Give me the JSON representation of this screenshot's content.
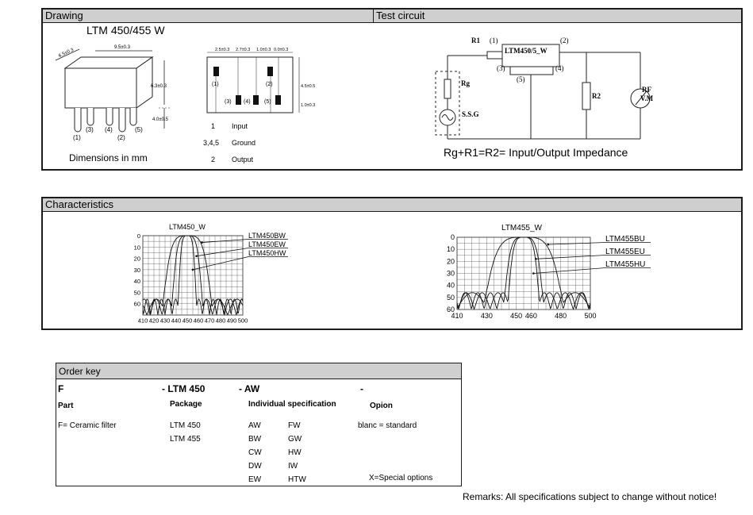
{
  "drawing": {
    "header": "Drawing",
    "model_label": "LTM 450/455 W",
    "dim_depth": "6.5±0.3",
    "dim_width": "9.5±0.3",
    "dim_height": "6.3±0.3",
    "dim_pin": "4.0±0.5",
    "pin_labels_3d": [
      "(1)",
      "(3)",
      "(4)",
      "(2)",
      "(5)"
    ],
    "dim_footprint": [
      "2.5±0.3",
      "2.7±0.3",
      "1.0±0.3",
      "0.0±0.3"
    ],
    "dim_fp_side": [
      "4.5±0.5",
      "1.0±0.3"
    ],
    "fp_pin_labels": [
      "(1)",
      "(2)",
      "(3)",
      "(4)",
      "(5)"
    ],
    "pin_table": [
      {
        "pin": "1",
        "desc": "Input"
      },
      {
        "pin": "3,4,5",
        "desc": "Ground"
      },
      {
        "pin": "2",
        "desc": "Output"
      }
    ],
    "caption": "Dimensions in mm"
  },
  "test_circuit": {
    "header": "Test circuit",
    "r1": "R1",
    "pin1": "(1)",
    "pin2": "(2)",
    "pin3": "(3)",
    "pin4": "(4)",
    "pin5": "(5)",
    "filter": "LTM450/5_W",
    "rg": "Rg",
    "ssg": "S.S.G",
    "r2": "R2",
    "rf": "RF",
    "vm": "V.M",
    "formula": "Rg+R1=R2= Input/Output Impedance"
  },
  "characteristics": {
    "header": "Characteristics",
    "chart_data": [
      {
        "type": "line",
        "title": "LTM450_W",
        "x": [
          410,
          420,
          430,
          440,
          450,
          460,
          470,
          480,
          490,
          500
        ],
        "xlim": [
          410,
          500
        ],
        "ylim": [
          70,
          0
        ],
        "yticks": [
          0,
          10,
          20,
          30,
          40,
          50,
          60
        ],
        "grid": true,
        "legend": "annotated-right",
        "series": [
          {
            "name": "LTM450BW",
            "center": 450,
            "halfwidth_6db": 12
          },
          {
            "name": "LTM450EW",
            "center": 450,
            "halfwidth_6db": 7.5
          },
          {
            "name": "LTM450HW",
            "center": 450,
            "halfwidth_6db": 4.5
          }
        ]
      },
      {
        "type": "line",
        "title": "LTM455_W",
        "x": [
          410,
          430,
          450,
          460,
          480,
          500
        ],
        "xlim": [
          410,
          500
        ],
        "ylim": [
          60,
          0
        ],
        "yticks": [
          0,
          10,
          20,
          30,
          40,
          50,
          60
        ],
        "grid": true,
        "legend": "annotated-right",
        "series": [
          {
            "name": "LTM455BU",
            "center": 455,
            "halfwidth_6db": 15
          },
          {
            "name": "LTM455EU",
            "center": 455,
            "halfwidth_6db": 7.5
          },
          {
            "name": "LTM455HU",
            "center": 455,
            "halfwidth_6db": 6
          }
        ]
      }
    ]
  },
  "order_key": {
    "header": "Order key",
    "code": [
      "F",
      "- LTM 450",
      "- AW",
      "-"
    ],
    "col_heads": [
      "Part",
      "Package",
      "Individual specification",
      "Opion"
    ],
    "part": "F= Ceramic filter",
    "packages": [
      "LTM 450",
      "LTM 455"
    ],
    "spec_col1": [
      "AW",
      "BW",
      "CW",
      "DW",
      "EW"
    ],
    "spec_col2": [
      "FW",
      "GW",
      "HW",
      "IW",
      "HTW"
    ],
    "option_standard": "blanc = standard",
    "option_special": "X=Special options"
  },
  "remarks": "Remarks: All specifications subject to change without notice!"
}
